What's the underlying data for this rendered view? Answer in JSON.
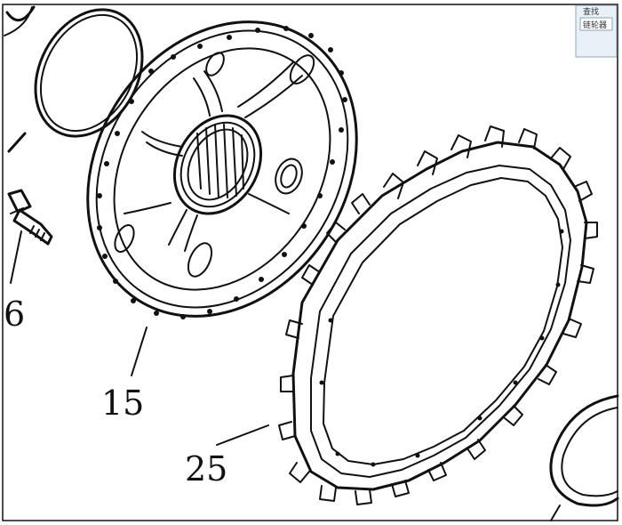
{
  "callouts": {
    "part_6": "6",
    "part_15": "15",
    "part_25": "25"
  },
  "stamp": {
    "line1": "查找",
    "line2": "链轮器"
  },
  "colors": {
    "ink": "#111111",
    "paper": "#ffffff",
    "stamp": "#8aa6bc"
  }
}
